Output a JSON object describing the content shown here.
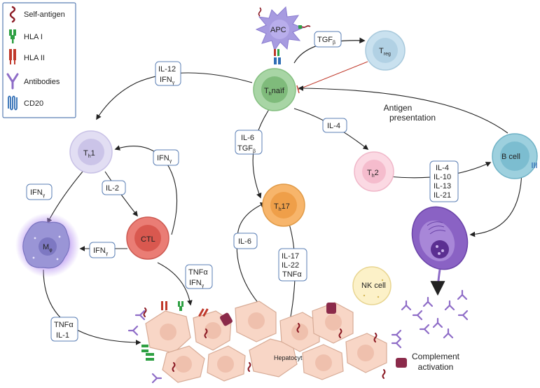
{
  "legend": {
    "items": [
      {
        "icon": "self-antigen-icon",
        "label": "Self-antigen"
      },
      {
        "icon": "hla-i-icon",
        "label": "HLA I"
      },
      {
        "icon": "hla-ii-icon",
        "label": "HLA II"
      },
      {
        "icon": "antibody-icon",
        "label": "Antibodies"
      },
      {
        "icon": "cd20-icon",
        "label": "CD20"
      }
    ]
  },
  "cells": {
    "apc": "APC",
    "treg_main": "T",
    "treg_sub": "reg",
    "th_naive_main": "T",
    "th_naive_sub": "h",
    "th_naive_suffix": "naïf",
    "th1_main": "T",
    "th1_sub": "h",
    "th1_suffix": "1",
    "th2_main": "T",
    "th2_sub": "h",
    "th2_suffix": "2",
    "th17_main": "T",
    "th17_sub": "h",
    "th17_suffix": "17",
    "b_cell": "B cell",
    "ctl": "CTL",
    "macrophage_main": "M",
    "macrophage_sub": "φ",
    "nk_cell": "NK cell",
    "hepatocytes": "Hepatocytes"
  },
  "cytokines": {
    "tgf_main": "TGF",
    "tgf_sub": "β",
    "il12": "IL-12",
    "ifn_main": "IFN",
    "ifn_sub": "γ",
    "il6": "IL-6",
    "il4": "IL-4",
    "il2": "IL-2",
    "il10": "IL-10",
    "il13": "IL-13",
    "il21": "IL-21",
    "il17": "IL-17",
    "il22": "IL-22",
    "tnfa": "TNFα",
    "il1": "IL-1"
  },
  "annotations": {
    "antigen_line1": "Antigen",
    "antigen_line2": "presentation",
    "complement_line1": "Complement",
    "complement_line2": "activation"
  },
  "colors": {
    "arrow": "#222222",
    "inhibit": "#c0392b",
    "box_border": "#5b7fb5",
    "apc": "#a79be0",
    "treg": "#c9e1ef",
    "th_naive": "#9fcf9c",
    "th1": "#d8d3ee",
    "th2": "#f7c8d6",
    "th17": "#f6b46a",
    "b_cell": "#8fcbdb",
    "ctl": "#e2716a",
    "macrophage": "#8a86c9",
    "nk_cell": "#fbefc0",
    "hepatocyte": "#f7d4c4",
    "plasma_cell": "#7a52b0"
  }
}
